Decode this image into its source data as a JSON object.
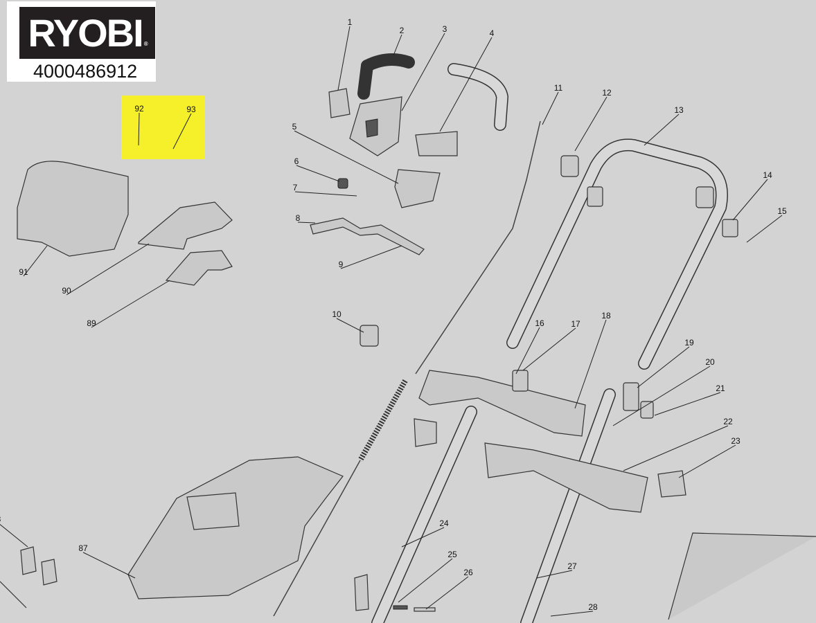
{
  "brand": {
    "logo_text": "RYOBI",
    "model_number": "4000486912"
  },
  "colors": {
    "background": "#d3d3d3",
    "highlight": "#f5f02a",
    "logo_bg": "#231f20"
  },
  "callouts": [
    "1",
    "2",
    "3",
    "4",
    "5",
    "6",
    "7",
    "8",
    "9",
    "10",
    "11",
    "12",
    "13",
    "14",
    "15",
    "16",
    "17",
    "18",
    "19",
    "20",
    "21",
    "22",
    "23",
    "24",
    "25",
    "26",
    "27",
    "28",
    "87",
    "89",
    "90",
    "91",
    "92",
    "93",
    "8"
  ]
}
